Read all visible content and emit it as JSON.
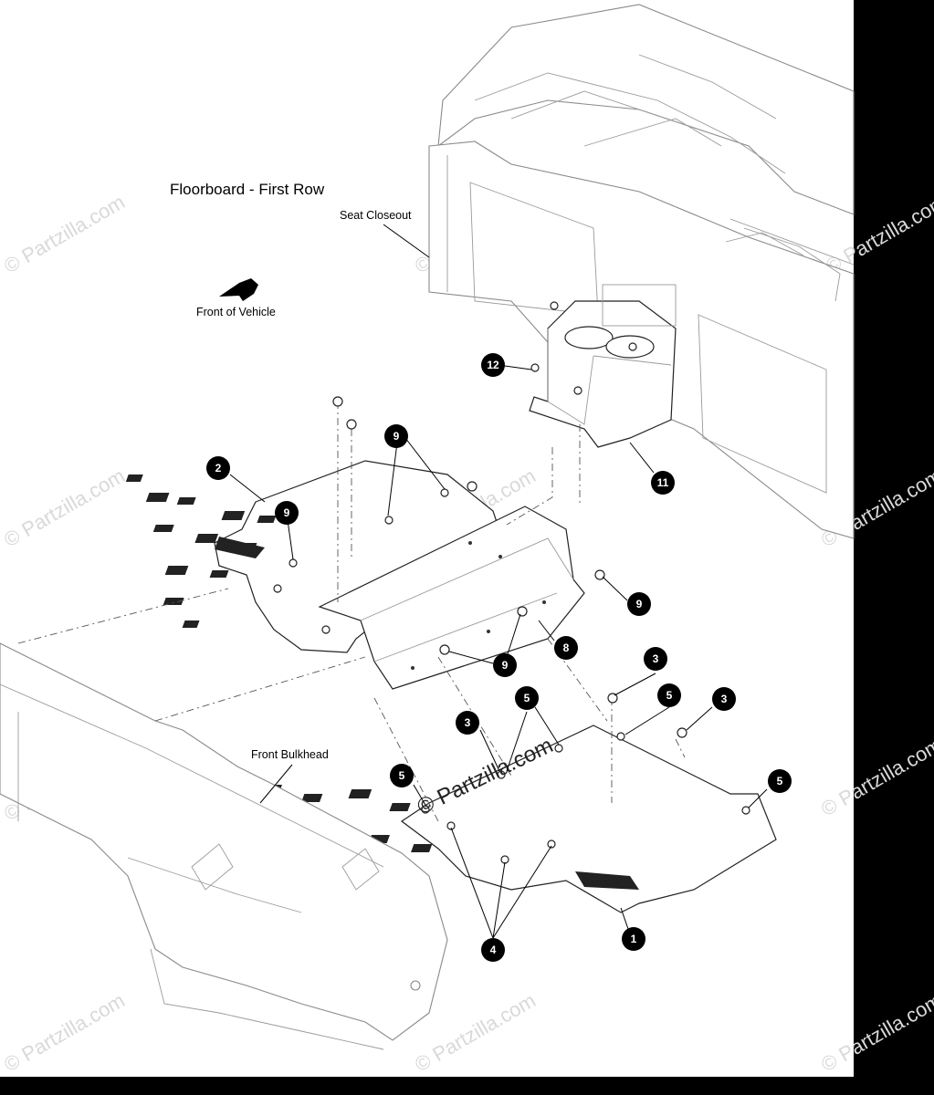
{
  "diagram": {
    "title": "Floorboard - First Row",
    "labels": {
      "seat_closeout": "Seat Closeout",
      "front_of_vehicle": "Front of Vehicle",
      "front_bulkhead": "Front Bulkhead"
    },
    "watermark": "© Partzilla.com",
    "callouts": [
      {
        "id": "c12",
        "number": "12"
      },
      {
        "id": "c9a",
        "number": "9"
      },
      {
        "id": "c2",
        "number": "2"
      },
      {
        "id": "c9b",
        "number": "9"
      },
      {
        "id": "c11",
        "number": "11"
      },
      {
        "id": "c9c",
        "number": "9"
      },
      {
        "id": "c8",
        "number": "8"
      },
      {
        "id": "c9d",
        "number": "9"
      },
      {
        "id": "c3a",
        "number": "3"
      },
      {
        "id": "c5a",
        "number": "5"
      },
      {
        "id": "c5b",
        "number": "5"
      },
      {
        "id": "c3b",
        "number": "3"
      },
      {
        "id": "c3c",
        "number": "3"
      },
      {
        "id": "c5c",
        "number": "5"
      },
      {
        "id": "c5d",
        "number": "5"
      },
      {
        "id": "c1",
        "number": "1"
      },
      {
        "id": "c4",
        "number": "4"
      }
    ]
  }
}
